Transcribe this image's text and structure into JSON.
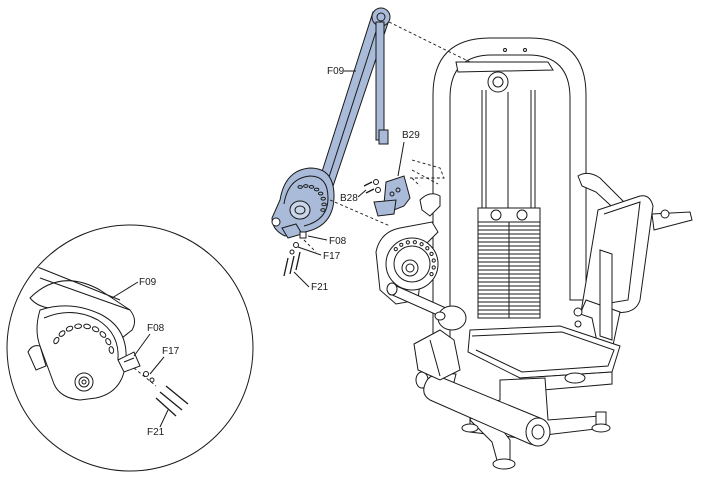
{
  "labels": {
    "f09_main": "F09",
    "b29": "B29",
    "b28": "B28",
    "f08_main": "F08",
    "f17_main": "F17",
    "f21_main": "F21",
    "f09_inset": "F09",
    "f08_inset": "F08",
    "f17_inset": "F17",
    "f21_inset": "F21"
  },
  "colors": {
    "highlight": "#a9bbd9",
    "line": "#1a1a1a",
    "background": "#ffffff"
  }
}
